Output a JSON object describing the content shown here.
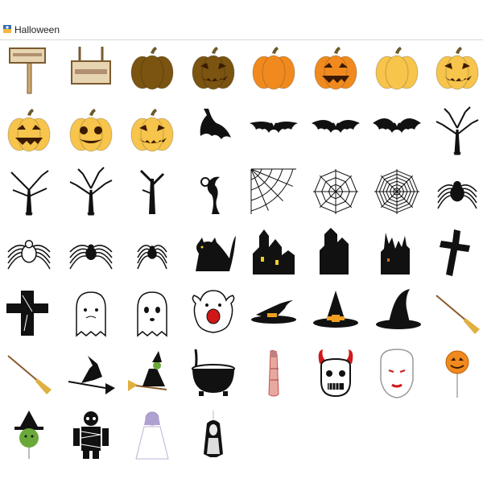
{
  "panel": {
    "title": "Halloween",
    "icon": "halloween-library-icon"
  },
  "shapes": [
    "signpost",
    "hanging-sign",
    "pumpkin-dark",
    "jack-o-lantern-dark",
    "pumpkin-orange",
    "jack-o-lantern-orange",
    "pumpkin-light",
    "jack-o-lantern-light",
    "jack-o-lantern-teeth",
    "jack-o-lantern-round",
    "jack-o-lantern-wide",
    "bat-hanging",
    "bat-flying-thin",
    "bat-flying",
    "bat-wings-out",
    "dead-tree",
    "bare-tree-1",
    "bare-tree-2",
    "spooky-tree",
    "twisted-tree",
    "corner-cobweb",
    "spider-web",
    "spider-web-dense",
    "spider-black",
    "spider-outline",
    "spider-long-legs",
    "spider-small",
    "black-cat",
    "haunted-castle",
    "haunted-house",
    "ruined-castle",
    "cross",
    "grave-cross",
    "ghost-plain",
    "ghost-cute",
    "ghost-scream",
    "witch-hat-flat",
    "witch-hat-buckle",
    "witch-hat-floppy",
    "broom",
    "broomstick",
    "witch-silhouette",
    "witch-on-broom",
    "cauldron",
    "zombie-finger",
    "devil-mask",
    "vampire-mask",
    "pumpkin-lollipop",
    "witch-face",
    "mummy",
    "ghost-girl",
    "ghost-long-hair"
  ],
  "colors": {
    "pumpkin_dark": "#7a5410",
    "pumpkin_orange": "#f08a1e",
    "pumpkin_light": "#f7c44c",
    "stem": "#6b5a2a",
    "silhouette": "#111111",
    "buckle": "#f0a020",
    "mouth_red": "#d01818"
  }
}
